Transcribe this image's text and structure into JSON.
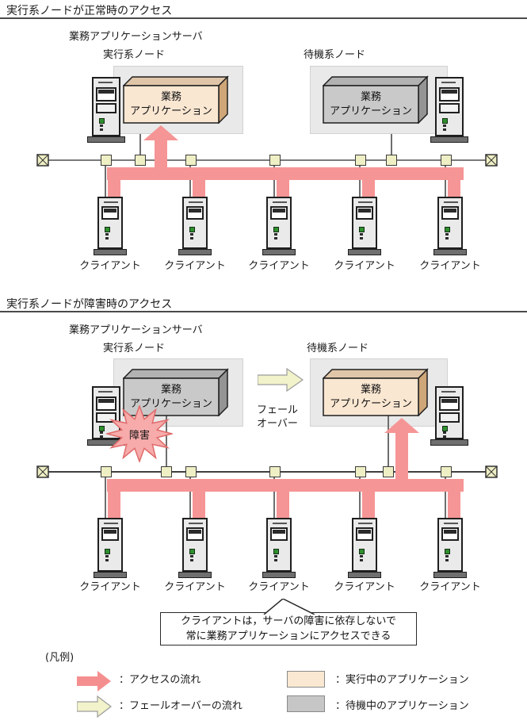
{
  "section_normal": {
    "title": "実行系ノードが正常時のアクセス",
    "server_group_label": "業務アプリケーションサーバ",
    "active_node_label": "実行系ノード",
    "standby_node_label": "待機系ノード",
    "app_line1": "業務",
    "app_line2": "アプリケーション",
    "client_label": "クライアント"
  },
  "section_failure": {
    "title": "実行系ノードが障害時のアクセス",
    "server_group_label": "業務アプリケーションサーバ",
    "active_node_label": "実行系ノード",
    "standby_node_label": "待機系ノード",
    "app_line1": "業務",
    "app_line2": "アプリケーション",
    "client_label": "クライアント",
    "failure_label": "障害",
    "failover_label_line1": "フェール",
    "failover_label_line2": "オーバー",
    "note_line1": "クライアントは，サーバの障害に依存しないで",
    "note_line2": "常に業務アプリケーションにアクセスできる"
  },
  "legend": {
    "title": "(凡例)",
    "access_flow": "：アクセスの流れ",
    "failover_flow": "：フェールオーバーの流れ",
    "running_app": "：実行中のアプリケーション",
    "standby_app": "：待機中のアプリケーション"
  },
  "colors": {
    "access_flow_pink": "#F69595",
    "failover_yellow": "#F2F2CB",
    "running_app_front": "#FAE7D2",
    "running_app_top": "#E0C6A8",
    "running_app_side": "#CFA678",
    "standby_app_front": "#C9C9C9",
    "standby_app_top": "#B2B2B2",
    "standby_app_side": "#949494",
    "node_panel": "#E9E9E9",
    "network_tap": "#EFEFC5",
    "failure_burst_fill": "#F7ABAB",
    "failure_burst_border": "#E06A6A"
  }
}
